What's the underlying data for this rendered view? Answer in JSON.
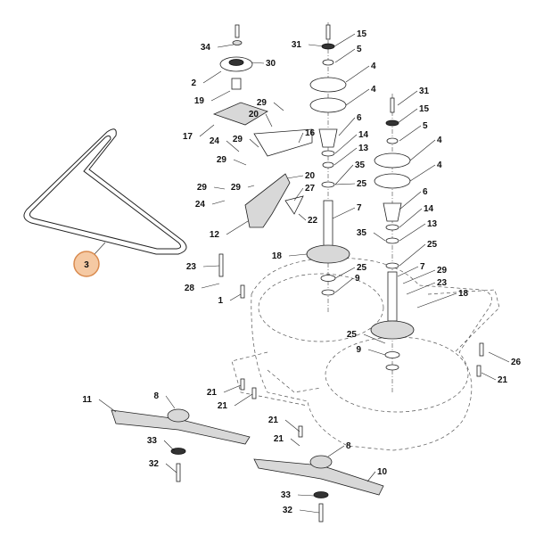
{
  "highlighted_callout": "3",
  "callouts": [
    {
      "label": "34"
    },
    {
      "label": "30"
    },
    {
      "label": "2"
    },
    {
      "label": "19"
    },
    {
      "label": "29"
    },
    {
      "label": "20"
    },
    {
      "label": "17"
    },
    {
      "label": "16"
    },
    {
      "label": "24"
    },
    {
      "label": "29"
    },
    {
      "label": "29"
    },
    {
      "label": "20"
    },
    {
      "label": "29"
    },
    {
      "label": "29"
    },
    {
      "label": "27"
    },
    {
      "label": "24"
    },
    {
      "label": "22"
    },
    {
      "label": "12"
    },
    {
      "label": "31"
    },
    {
      "label": "15"
    },
    {
      "label": "5"
    },
    {
      "label": "4"
    },
    {
      "label": "4"
    },
    {
      "label": "6"
    },
    {
      "label": "14"
    },
    {
      "label": "13"
    },
    {
      "label": "35"
    },
    {
      "label": "25"
    },
    {
      "label": "7"
    },
    {
      "label": "18"
    },
    {
      "label": "25"
    },
    {
      "label": "9"
    },
    {
      "label": "31"
    },
    {
      "label": "15"
    },
    {
      "label": "5"
    },
    {
      "label": "4"
    },
    {
      "label": "4"
    },
    {
      "label": "6"
    },
    {
      "label": "14"
    },
    {
      "label": "13"
    },
    {
      "label": "35"
    },
    {
      "label": "25"
    },
    {
      "label": "7"
    },
    {
      "label": "29"
    },
    {
      "label": "23"
    },
    {
      "label": "18"
    },
    {
      "label": "25"
    },
    {
      "label": "9"
    },
    {
      "label": "23"
    },
    {
      "label": "28"
    },
    {
      "label": "1"
    },
    {
      "label": "26"
    },
    {
      "label": "21"
    },
    {
      "label": "11"
    },
    {
      "label": "8"
    },
    {
      "label": "21"
    },
    {
      "label": "21"
    },
    {
      "label": "33"
    },
    {
      "label": "32"
    },
    {
      "label": "21"
    },
    {
      "label": "21"
    },
    {
      "label": "8"
    },
    {
      "label": "10"
    },
    {
      "label": "33"
    },
    {
      "label": "32"
    },
    {
      "label": "3"
    }
  ]
}
